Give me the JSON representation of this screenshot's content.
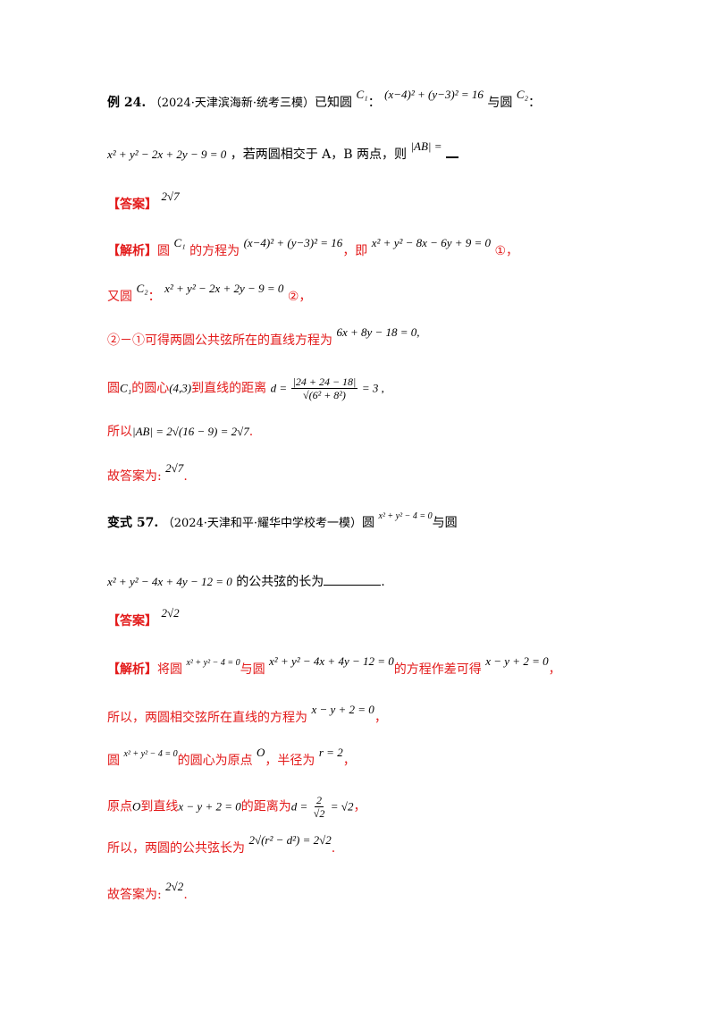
{
  "example": {
    "label": "例 24.",
    "source": "（2024·天津滨海新·统考三模）",
    "text_prefix": "已知圆",
    "c1": "C₁",
    "colon": "：",
    "c1_eq": "(x−4)² + (y−3)² = 16",
    "with": "与圆",
    "c2": "C₂",
    "c2_eq": "x² + y² − 2x + 2y − 9 = 0",
    "question": "，若两圆相交于 A，B 两点，则",
    "ab": "|AB| =",
    "answer_tag": "【答案】",
    "answer": "2√7",
    "analysis_tag": "【解析】",
    "s1_a": "圆",
    "s1_c": "C₁",
    "s1_b": "的方程为",
    "s1_eq": "(x−4)² + (y−3)² = 16",
    "s1_c2": "，即",
    "s1_eq2": "x² + y² − 8x − 6y + 9 = 0",
    "s1_num": "①，",
    "s2_a": "又圆",
    "s2_c": "C₂",
    "s2_colon": "：",
    "s2_eq": "x² + y² − 2x + 2y − 9 = 0",
    "s2_num": "②，",
    "s3_a": "②－①可得两圆公共弦所在的直线方程为",
    "s3_eq": "6x + 8y − 18 = 0,",
    "s4_a": "圆",
    "s4_c": "C₁",
    "s4_b": "的圆心",
    "s4_center": "(4,3)",
    "s4_c2": "到直线的距离",
    "s4_d": "d =",
    "s4_num": "|24 + 24 − 18|",
    "s4_den": "√(6² + 8²)",
    "s4_res": "= 3 ,",
    "s5_a": "所以",
    "s5_eq": "|AB| = 2√(16 − 9) = 2√7",
    "s5_end": ".",
    "s6_a": "故答案为:",
    "s6_ans": "2√7",
    "s6_end": "."
  },
  "variant": {
    "label": "变式 57.",
    "source": "（2024·天津和平·耀华中学校考一模）",
    "text_prefix": "圆",
    "o_eq": "x² + y² − 4 = 0",
    "with": "与圆",
    "c2_eq": "x² + y² − 4x + 4y − 12 = 0",
    "question": "的公共弦的长为",
    "q_end": ".",
    "answer_tag": "【答案】",
    "answer": "2√2",
    "analysis_tag": "【解析】",
    "s1_a": "将圆",
    "s1_eq1": "x² + y² − 4 = 0",
    "s1_b": "与圆",
    "s1_eq2": "x² + y² − 4x + 4y − 12 = 0",
    "s1_c": "的方程作差可得",
    "s1_res": "x − y + 2 = 0",
    "s1_end": "，",
    "s2_a": "所以，两圆相交弦所在直线的方程为",
    "s2_eq": "x − y + 2 = 0",
    "s2_end": "，",
    "s3_a": "圆",
    "s3_eq": "x² + y² − 4 = 0",
    "s3_b": "的圆心为原点",
    "s3_o": "O",
    "s3_c": "，半径为",
    "s3_r": "r = 2",
    "s3_end": "，",
    "s4_a": "原点",
    "s4_o": "O",
    "s4_b": "到直线",
    "s4_eq": "x − y + 2 = 0",
    "s4_c": "的距离为",
    "s4_d": "d =",
    "s4_num": "2",
    "s4_den": "√2",
    "s4_res": "= √2",
    "s4_end": "，",
    "s5_a": "所以，两圆的公共弦长为",
    "s5_eq": "2√(r² − d²) = 2√2",
    "s5_end": ".",
    "s6_a": "故答案为:",
    "s6_ans": "2√2",
    "s6_end": "."
  }
}
